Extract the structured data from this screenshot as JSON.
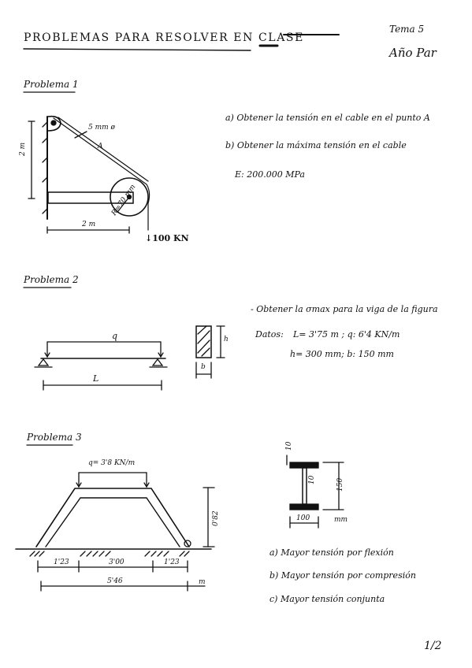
{
  "header": {
    "title": "PROBLEMAS PARA RESOLVER EN CLASE",
    "tema": "Tema 5",
    "anio": "Año Par"
  },
  "problema1": {
    "label": "Problema 1",
    "cable_label": "5 mm ø",
    "point_a": "A",
    "height_dim": "2 m",
    "length_dim": "2 m",
    "radius_dim": "R=70 mm",
    "load": "↓100 KN",
    "question_a": "a)  Obtener la tensión en el cable en el punto A",
    "question_b": "b)  Obtener la máxima tensión en el cable",
    "modulus": "E:  200.000 MPa"
  },
  "problema2": {
    "label": "Problema 2",
    "load_label": "q",
    "span_label": "L",
    "section_h": "h",
    "section_b": "b",
    "statement": "- Obtener la σmax para la viga de la figura",
    "data_label": "Datos:",
    "data_line1": "L= 3'75 m ;    q: 6'4 KN/m",
    "data_line2": "h= 300 mm;    b: 150 mm"
  },
  "problema3": {
    "label": "Problema 3",
    "load_label": "q= 3'8 KN/m",
    "height_dim": "0'82",
    "dim_left": "1'23",
    "dim_mid": "3'00",
    "dim_right": "1'23",
    "dim_total": "5'46",
    "unit_m": "m",
    "flange_t": "10",
    "web_t": "10",
    "section_h": "150",
    "section_b": "100",
    "unit_mm": "mm",
    "question_a": "a)  Mayor tensión por flexión",
    "question_b": "b)  Mayor tensión por compresión",
    "question_c": "c)  Mayor tensión conjunta"
  },
  "footer": {
    "page": "1/2"
  }
}
